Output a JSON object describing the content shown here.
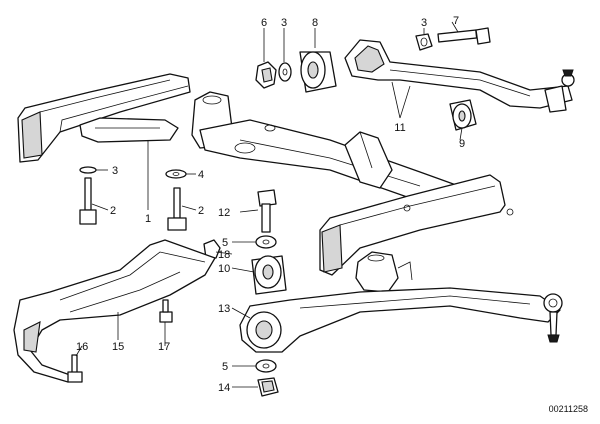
{
  "callouts": {
    "c6": "6",
    "c3a": "3",
    "c8": "8",
    "c3b": "3",
    "c7": "7",
    "c11": "11",
    "c9": "9",
    "c3c": "3",
    "c4": "4",
    "c2a": "2",
    "c1": "1",
    "c2b": "2",
    "c12": "12",
    "c5a": "5",
    "c18": "18",
    "c10": "10",
    "c13": "13",
    "c16": "16",
    "c17": "17",
    "c15": "15",
    "c5b": "5",
    "c14": "14"
  },
  "document_number": "00211258"
}
